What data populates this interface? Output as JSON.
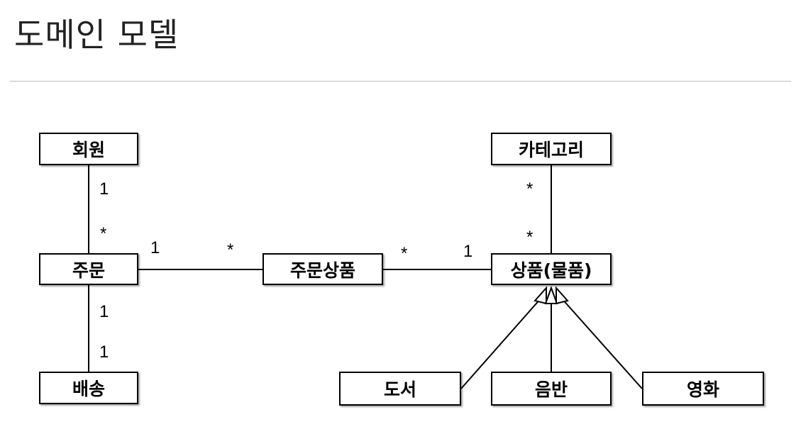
{
  "page": {
    "title": "도메인 모델"
  },
  "diagram": {
    "entities": {
      "member": "회원",
      "order": "주문",
      "delivery": "배송",
      "order_item": "주문상품",
      "category": "카테고리",
      "item": "상품(물품)",
      "book": "도서",
      "album": "음반",
      "movie": "영화"
    },
    "multiplicities": {
      "member_order_member_side": "1",
      "member_order_order_side": "*",
      "order_orderitem_order_side": "1",
      "order_orderitem_orderitem_side": "*",
      "orderitem_item_orderitem_side": "*",
      "orderitem_item_item_side": "1",
      "category_item_category_side": "*",
      "category_item_item_side": "*",
      "order_delivery_order_side": "1",
      "order_delivery_delivery_side": "1"
    }
  }
}
